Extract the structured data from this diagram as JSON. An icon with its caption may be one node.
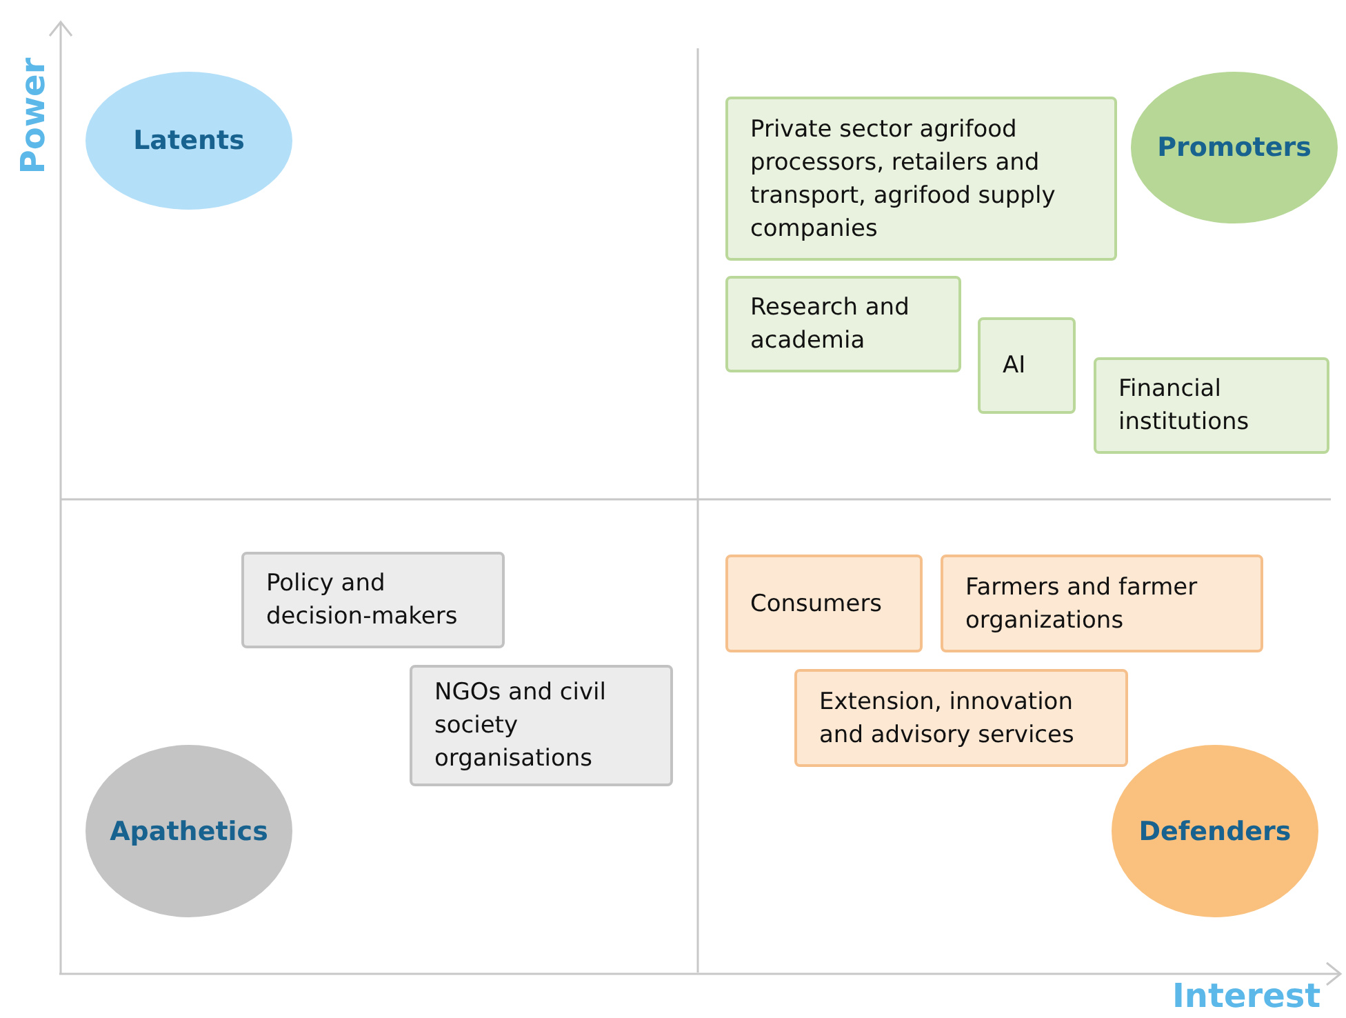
{
  "diagram": {
    "nodes": [
      {
        "text": [
          "Latents"
        ]
      },
      {
        "text": [
          "Private sector agrifood processors, retailers and transport, agrifood supply companies"
        ]
      },
      {
        "text": [
          "Promoters"
        ]
      },
      {
        "text": [
          "Research and academia"
        ]
      },
      {
        "text": [
          "AI"
        ]
      },
      {
        "text": [
          "Financial institutions"
        ]
      },
      {
        "text": [
          "Policy and decision-makers"
        ]
      },
      {
        "text": [
          "Consumers"
        ]
      },
      {
        "text": [
          "Farmers and farmer organizations"
        ]
      },
      {
        "text": [
          "NGOs and civil society organisations"
        ]
      },
      {
        "text": [
          "Extension, innovation and advisory services"
        ]
      },
      {
        "text": [
          "Apathetics"
        ]
      },
      {
        "text": [
          "Defenders"
        ]
      }
    ],
    "labels": [
      "Power",
      "Interest"
    ]
  }
}
